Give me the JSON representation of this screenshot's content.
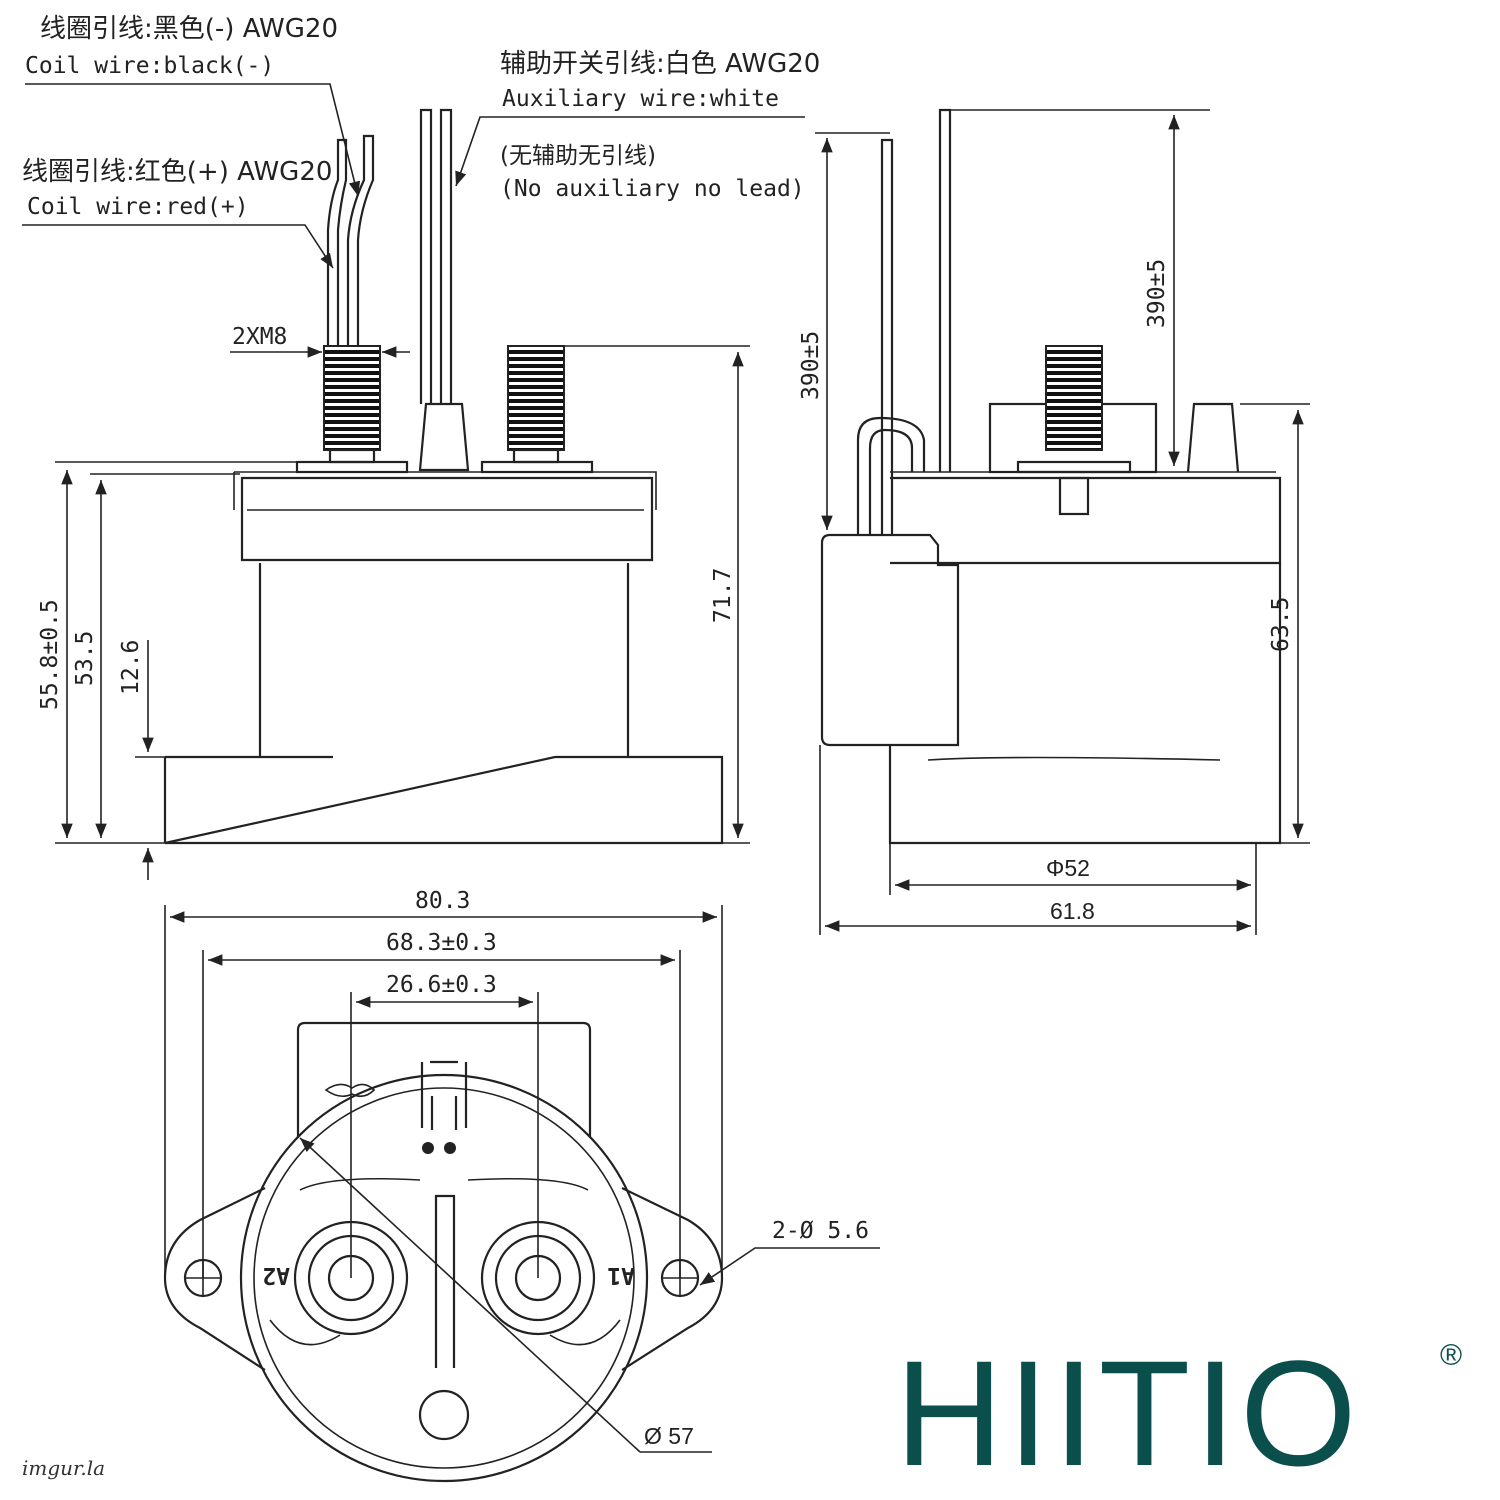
{
  "callouts": {
    "coil_black_cn": "线圈引线:黑色(-) AWG20",
    "coil_black_en": "Coil wire:black(-)",
    "coil_red_cn": "线圈引线:红色(+) AWG20",
    "coil_red_en": "Coil wire:red(+)",
    "aux_cn": "辅助开关引线:白色 AWG20",
    "aux_en": "Auxiliary wire:white",
    "no_aux_cn": "(无辅助无引线)",
    "no_aux_en": "(No auxiliary no lead)"
  },
  "dimensions": {
    "thread": "2XM8",
    "height_total_left": "55.8±0.5",
    "height_body": "53.5",
    "flange_height": "12.6",
    "height_to_terminal": "71.7",
    "lead_length_1": "390±5",
    "lead_length_2": "390±5",
    "side_height": "63.5",
    "body_diameter": "Φ52",
    "side_width": "61.8",
    "overall_width": "80.3",
    "hole_spacing": "68.3±0.3",
    "terminal_spacing": "26.6±0.3",
    "mount_holes": "2-Ø 5.6",
    "flange_diameter": "Ø 57"
  },
  "terminal_labels": {
    "left": "A2",
    "right": "A1"
  },
  "brand": {
    "name": "HIITIO",
    "registered": "®",
    "color": "#0b4f4c"
  },
  "watermark": "imgur.la"
}
